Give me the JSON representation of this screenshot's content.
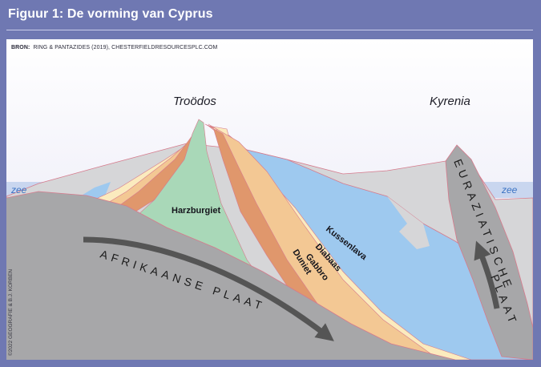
{
  "figure": {
    "title": "Figuur 1: De vorming van Cyprus",
    "source_label": "BRON:",
    "source_text": "RING & PANTAZIDES (2019), CHESTERFIELDRESOURCESPLC.COM",
    "credit": "©2022 GEOGRAFIE & B.J. KORBEN"
  },
  "labels": {
    "troodos": "Troödos",
    "kyrenia": "Kyrenia",
    "sea_left": "zee",
    "sea_right": "zee",
    "harzburgiet": "Harzburgiet",
    "kussenlava": "Kussenlava",
    "diabaas": "Diabaas",
    "gabbro": "Gabbro",
    "duniet": "Duniet",
    "african_plate": "AFRIKAANSE PLAAT",
    "eurasian_upper": "EURAZIATISCHE",
    "eurasian_lower": "PLAAT"
  },
  "colors": {
    "background": "#6f78b2",
    "sky": "#e9e8f6",
    "sea": "#c9d6ef",
    "plate_gray": "#a7a7a9",
    "light_gray": "#d4d4d6",
    "harzburgiet": "#a9d8b8",
    "duniet": "#e0976c",
    "gabbro": "#f3c894",
    "diabaas": "#fbebbe",
    "kussenlava": "#9ec9ef",
    "outline_pink": "#d67a8c",
    "arrow": "#555555"
  }
}
